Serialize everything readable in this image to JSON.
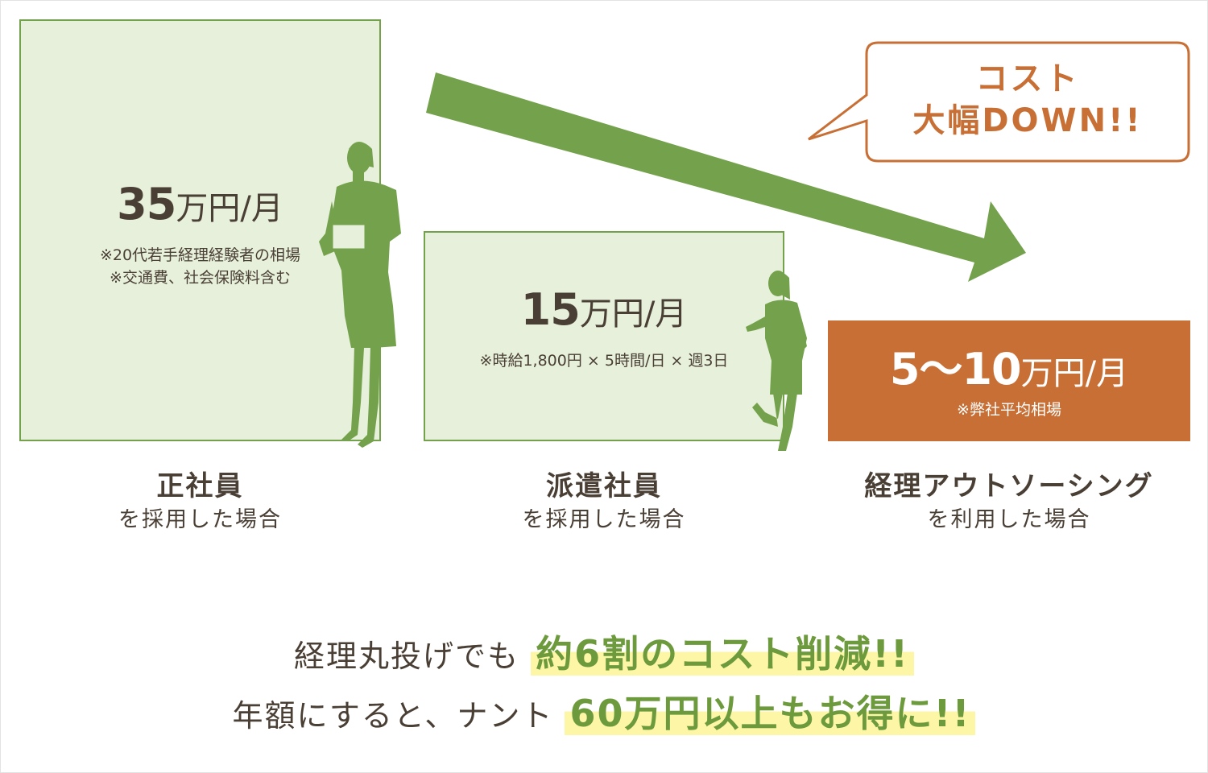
{
  "colors": {
    "green": "#74a14b",
    "light_green": "#e6f0da",
    "orange": "#c86f35",
    "text": "#4a3f35",
    "highlight": "#fdf6a6"
  },
  "callout": {
    "line1": "コスト",
    "line2": "大幅DOWN!!"
  },
  "options": [
    {
      "amount": "35",
      "unit": "万円/月",
      "notes": [
        "※20代若手経理経験者の相場",
        "※交通費、社会保険料含む"
      ],
      "title": "正社員",
      "subtitle": "を採用した場合"
    },
    {
      "amount": "15",
      "unit": "万円/月",
      "notes": [
        "※時給1,800円 × 5時間/日 × 週3日"
      ],
      "title": "派遣社員",
      "subtitle": "を採用した場合"
    },
    {
      "amount": "5〜10",
      "unit": "万円/月",
      "notes": [
        "※弊社平均相場"
      ],
      "title": "経理アウトソーシング",
      "subtitle": "を利用した場合"
    }
  ],
  "summary": {
    "line1_plain": "経理丸投げでも",
    "line1_highlight": "約6割のコスト削減!!",
    "line2_plain": "年額にすると、ナント",
    "line2_highlight": "60万円以上もお得に!!"
  }
}
